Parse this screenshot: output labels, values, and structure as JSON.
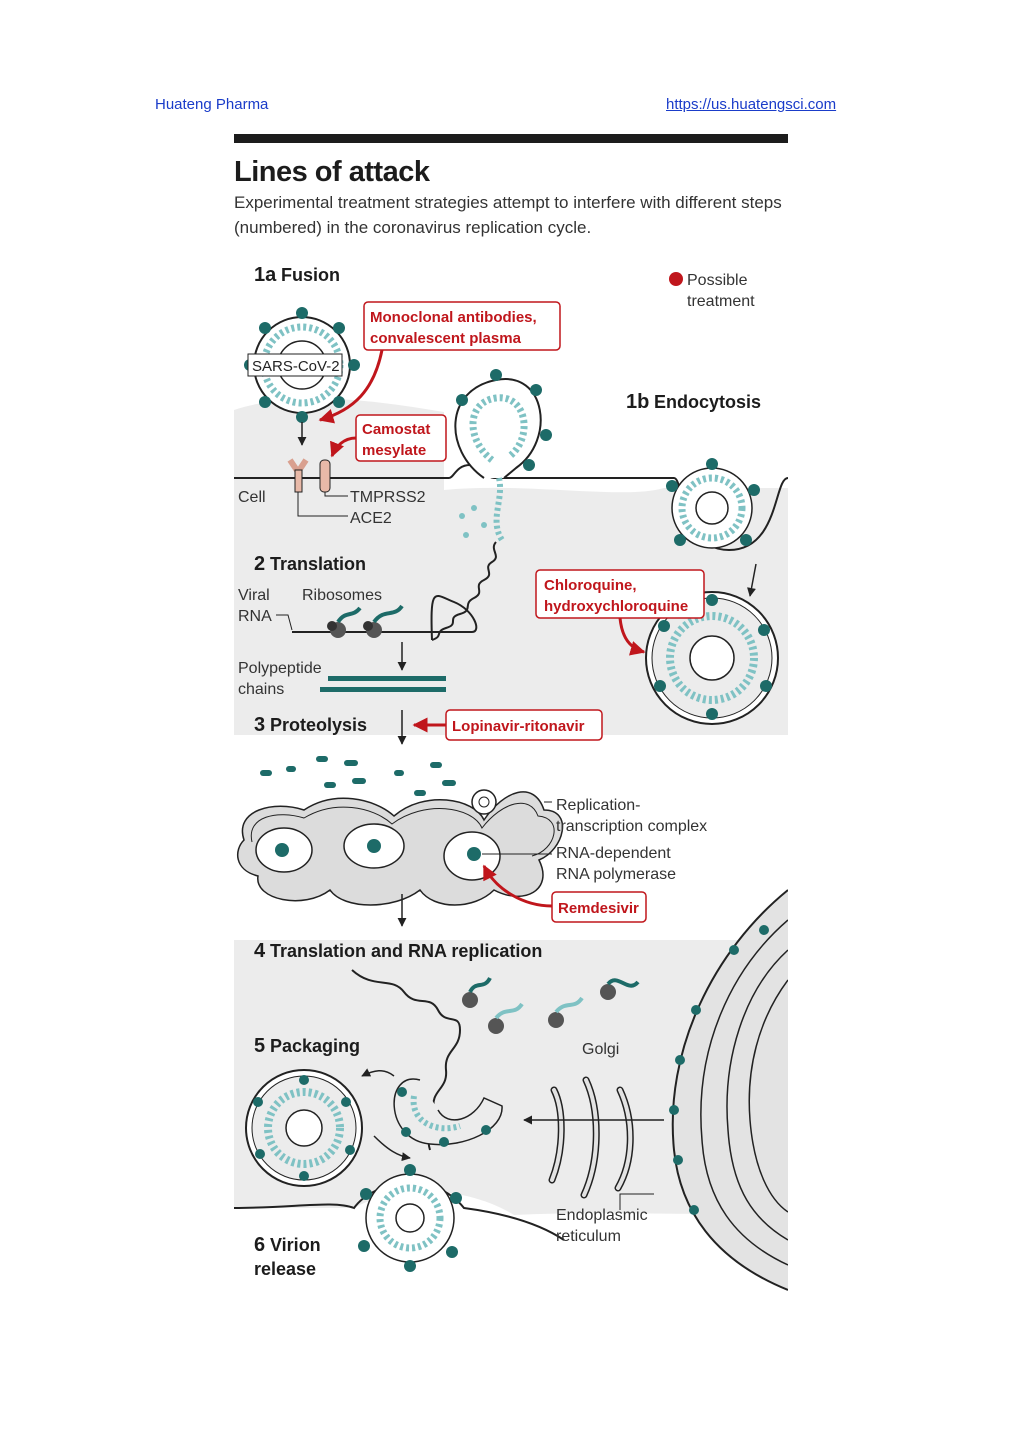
{
  "header": {
    "brand": "Huateng Pharma",
    "site": "https://us.huatengsci.com"
  },
  "title": "Lines of attack",
  "subtitle": "Experimental treatment strategies attempt to interfere with different steps (numbered) in the coronavirus replication cycle.",
  "legend": {
    "label_line1": "Possible",
    "label_line2": "treatment",
    "color": "#c0161c"
  },
  "colors": {
    "teal": "#1d6b68",
    "light_teal": "#7fc2c4",
    "red": "#c0161c",
    "cell_gray": "#e3e3e3",
    "ink": "#222222"
  },
  "steps": {
    "s1a_num": "1a",
    "s1a_label": "Fusion",
    "s1b_num": "1b",
    "s1b_label": "Endocytosis",
    "s2_num": "2",
    "s2_label": "Translation",
    "s3_num": "3",
    "s3_label": "Proteolysis",
    "s4_num": "4",
    "s4_label": "Translation and RNA replication",
    "s5_num": "5",
    "s5_label": "Packaging",
    "s6_num": "6",
    "s6_label_line1": "Virion",
    "s6_label_line2": "release"
  },
  "labels": {
    "virus": "SARS-CoV-2",
    "cell": "Cell",
    "tmprss2": "TMPRSS2",
    "ace2": "ACE2",
    "viral_line1": "Viral",
    "viral_line2": "RNA",
    "ribosomes": "Ribosomes",
    "poly_line1": "Polypeptide",
    "poly_line2": "chains",
    "rtc_line1": "Replication-",
    "rtc_line2": "transcription complex",
    "rdrp_line1": "RNA-dependent",
    "rdrp_line2": "RNA polymerase",
    "golgi": "Golgi",
    "er_line1": "Endoplasmic",
    "er_line2": "reticulum"
  },
  "treatments": {
    "mab_line1": "Monoclonal antibodies,",
    "mab_line2": "convalescent plasma",
    "camostat_line1": "Camostat",
    "camostat_line2": "mesylate",
    "chloro_line1": "Chloroquine,",
    "chloro_line2": "hydroxychloroquine",
    "lopinavir": "Lopinavir-ritonavir",
    "remdesivir": "Remdesivir"
  }
}
